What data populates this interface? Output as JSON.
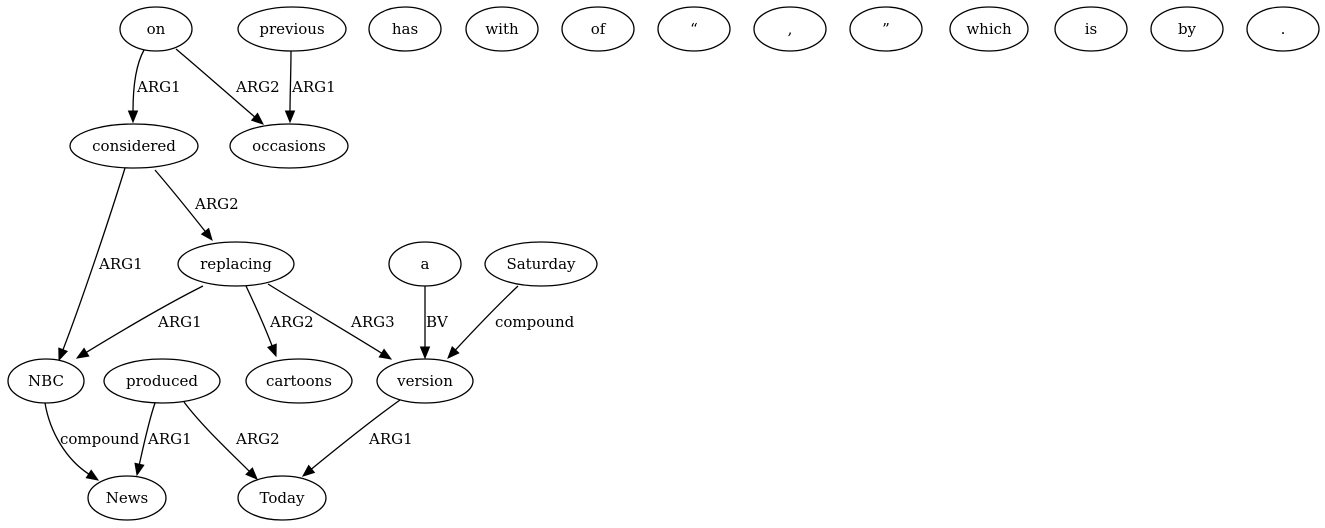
{
  "nodes": [
    {
      "id": "on",
      "label": "on"
    },
    {
      "id": "previous",
      "label": "previous"
    },
    {
      "id": "has",
      "label": "has"
    },
    {
      "id": "with",
      "label": "with"
    },
    {
      "id": "of",
      "label": "of"
    },
    {
      "id": "lquote",
      "label": "“"
    },
    {
      "id": "comma",
      "label": ","
    },
    {
      "id": "rquote",
      "label": "”"
    },
    {
      "id": "which",
      "label": "which"
    },
    {
      "id": "is",
      "label": "is"
    },
    {
      "id": "by",
      "label": "by"
    },
    {
      "id": "period",
      "label": "."
    },
    {
      "id": "considered",
      "label": "considered"
    },
    {
      "id": "occasions",
      "label": "occasions"
    },
    {
      "id": "replacing",
      "label": "replacing"
    },
    {
      "id": "a",
      "label": "a"
    },
    {
      "id": "saturday",
      "label": "Saturday"
    },
    {
      "id": "nbc",
      "label": "NBC"
    },
    {
      "id": "produced",
      "label": "produced"
    },
    {
      "id": "cartoons",
      "label": "cartoons"
    },
    {
      "id": "version",
      "label": "version"
    },
    {
      "id": "news",
      "label": "News"
    },
    {
      "id": "today",
      "label": "Today"
    }
  ],
  "edges": [
    {
      "id": "on-considered",
      "from": "on",
      "to": "considered",
      "label": "ARG1"
    },
    {
      "id": "on-occasions",
      "from": "on",
      "to": "occasions",
      "label": "ARG2"
    },
    {
      "id": "previous-occasions",
      "from": "previous",
      "to": "occasions",
      "label": "ARG1"
    },
    {
      "id": "considered-nbc",
      "from": "considered",
      "to": "nbc",
      "label": "ARG1"
    },
    {
      "id": "considered-replacing",
      "from": "considered",
      "to": "replacing",
      "label": "ARG2"
    },
    {
      "id": "replacing-nbc",
      "from": "replacing",
      "to": "nbc",
      "label": "ARG1"
    },
    {
      "id": "replacing-cartoons",
      "from": "replacing",
      "to": "cartoons",
      "label": "ARG2"
    },
    {
      "id": "replacing-version",
      "from": "replacing",
      "to": "version",
      "label": "ARG3"
    },
    {
      "id": "a-version",
      "from": "a",
      "to": "version",
      "label": "BV"
    },
    {
      "id": "saturday-version",
      "from": "saturday",
      "to": "version",
      "label": "compound"
    },
    {
      "id": "nbc-news",
      "from": "nbc",
      "to": "news",
      "label": "compound"
    },
    {
      "id": "produced-news",
      "from": "produced",
      "to": "news",
      "label": "ARG1"
    },
    {
      "id": "produced-today",
      "from": "produced",
      "to": "today",
      "label": "ARG2"
    },
    {
      "id": "version-today",
      "from": "version",
      "to": "today",
      "label": "ARG1"
    }
  ]
}
